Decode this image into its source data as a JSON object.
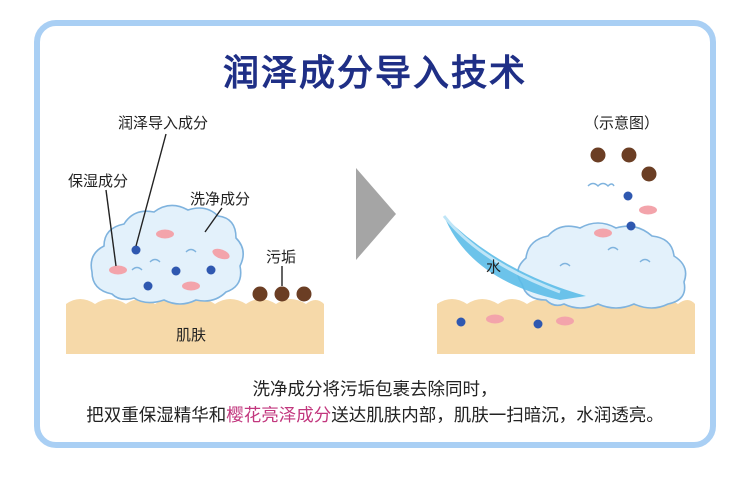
{
  "title": "润泽成分导入技术",
  "left_labels": {
    "moisture_import": "润泽导入成分",
    "moisturizing": "保湿成分",
    "cleansing": "洗净成分",
    "dirt": "污垢",
    "skin": "肌肤"
  },
  "right_labels": {
    "illustration": "（示意图）",
    "water": "水"
  },
  "description": {
    "line1": "洗净成分将污垢包裹去除同时，",
    "line2_before": "把双重保湿精华和",
    "line2_highlight": "樱花亮泽成分",
    "line2_after": "送达肌肤内部，肌肤一扫暗沉，水润透亮。"
  },
  "colors": {
    "title": "#1f2f86",
    "border": "#a9cff4",
    "skin": "#f6d9a9",
    "cloud": "#e3f1fb",
    "cloud_stroke": "#7fb3de",
    "blue_dot": "#2f58b0",
    "pink_dot": "#f3a4ab",
    "dirt": "#6b3e24",
    "highlight": "#c2377e",
    "arrow": "#a5a5a5",
    "water": "#5cbde8"
  }
}
